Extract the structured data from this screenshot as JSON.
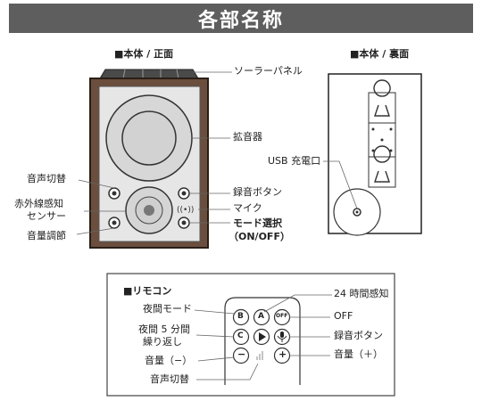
{
  "title": "各部名称",
  "front": {
    "caption": "■本体 / 正面",
    "labels": {
      "solar_panel": "ソーラーパネル",
      "speaker": "拡音器",
      "record_button": "録音ボタン",
      "mic": "マイク",
      "mode_select": "モード選択",
      "mode_select_sub": "（ON/OFF）",
      "sound_switch": "音声切替",
      "ir_sensor": "赤外線感知",
      "ir_sensor_2": "センサー",
      "volume_adjust": "音量調節"
    }
  },
  "back": {
    "caption": "■本体 / 裏面",
    "labels": {
      "usb_port": "USB 充電口"
    }
  },
  "remote": {
    "caption": "■リモコン",
    "labels": {
      "night_mode": "夜間モード",
      "night_5min": "夜間 5 分間",
      "repeat": "繰り返し",
      "volume_down": "音量（−）",
      "sound_switch": "音声切替",
      "sensor_24h": "24 時間感知",
      "off": "OFF",
      "record_button": "録音ボタン",
      "volume_up": "音量（＋）"
    },
    "buttons": {
      "b": "B",
      "a": "A",
      "off": "OFF",
      "c": "C",
      "minus": "−",
      "plus": "+"
    }
  }
}
